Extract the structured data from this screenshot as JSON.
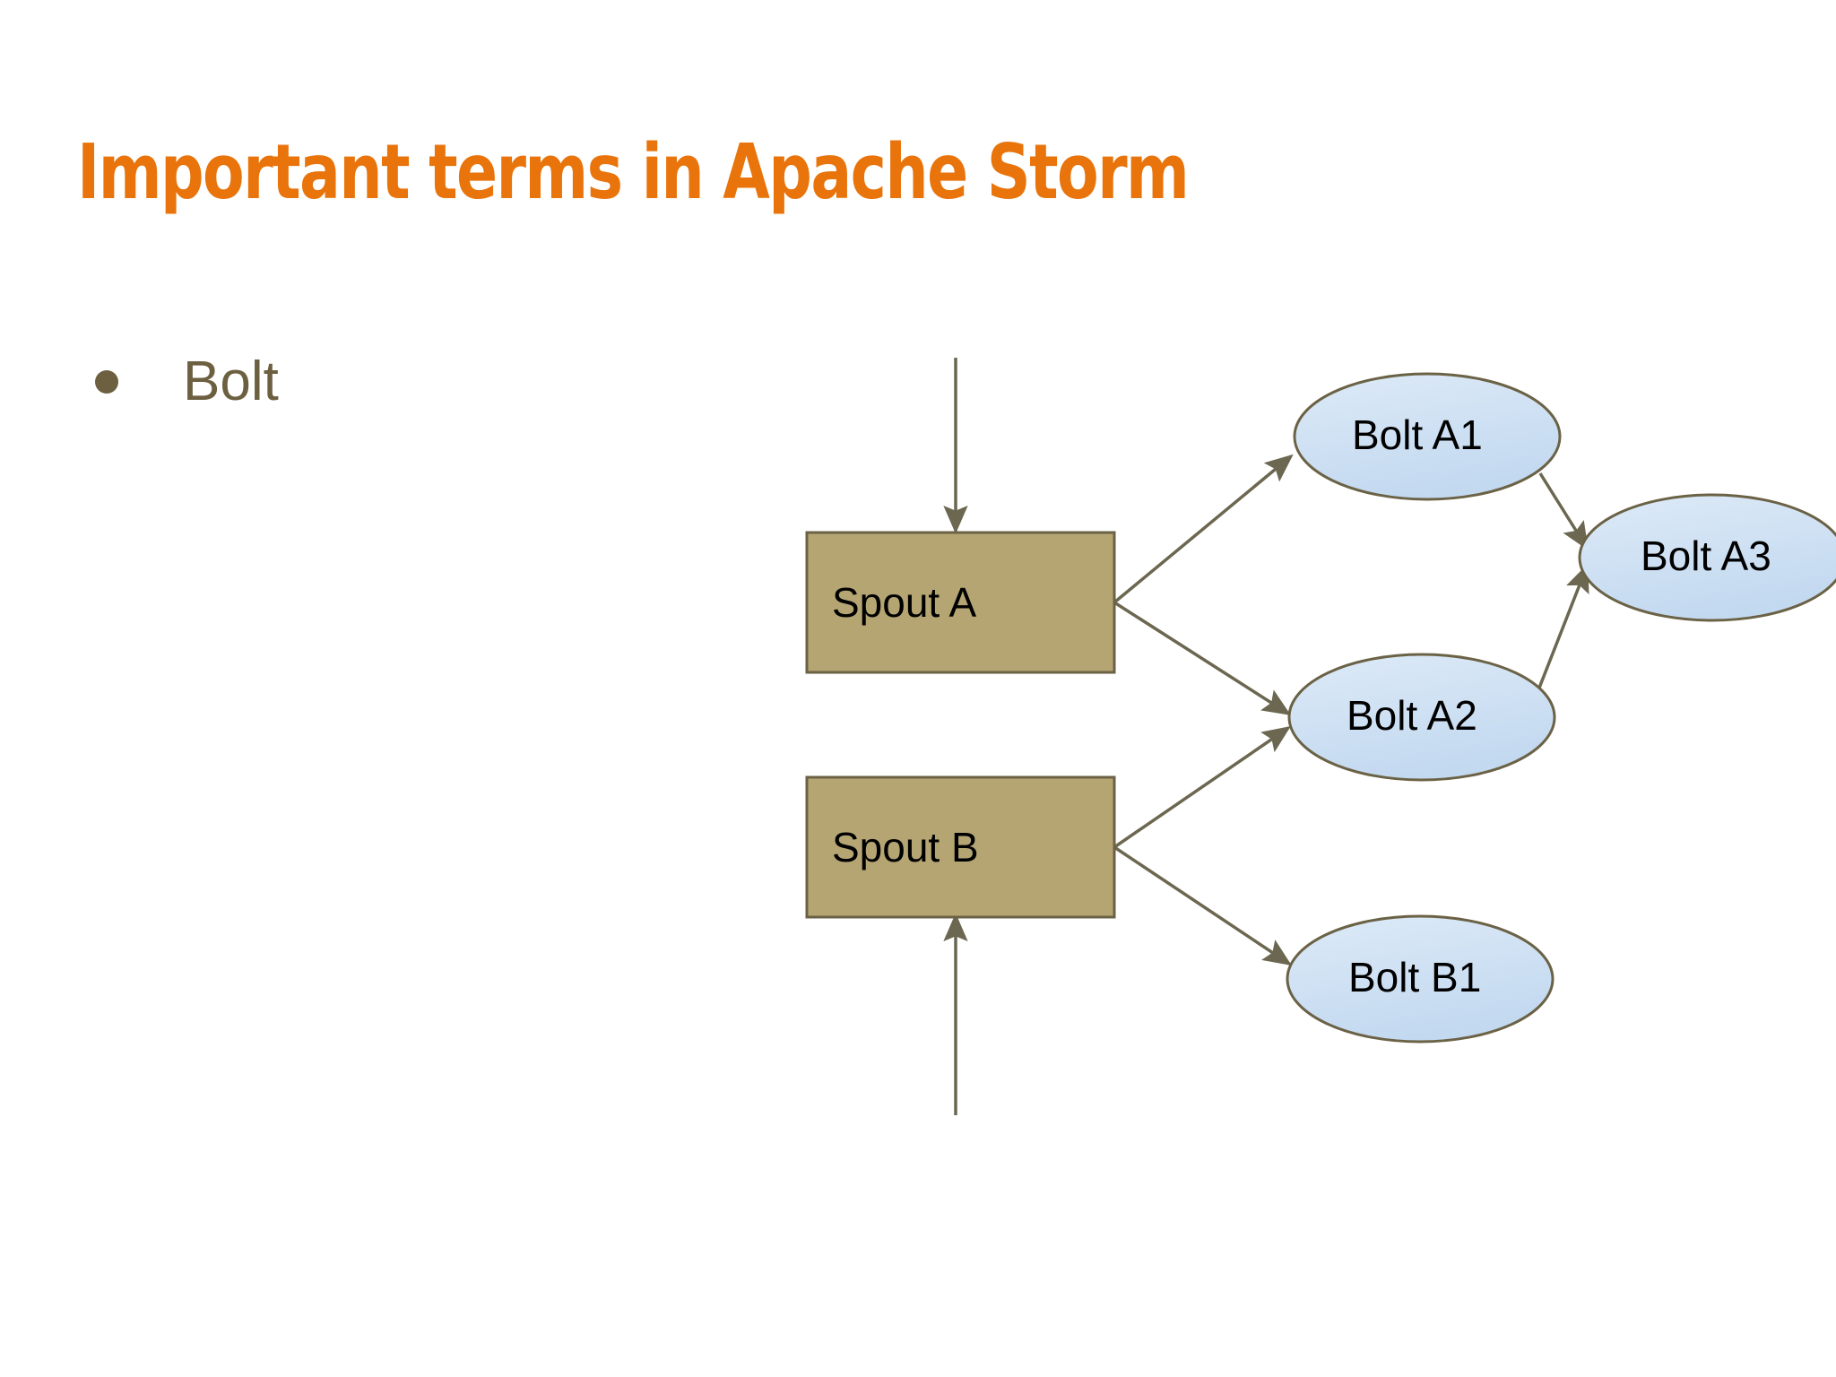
{
  "slide": {
    "title": "Important terms in Apache Storm",
    "title_color": "#E8740B",
    "background_color": "#FFFFFF"
  },
  "bullets": [
    {
      "label": "Bolt",
      "color": "#6C6041",
      "marker": "bullet-dot"
    }
  ],
  "diagram": {
    "name": "storm-topology-diagram",
    "spout_fill": "#B5A573",
    "spout_stroke": "#6B6246",
    "bolt_fill": "#C9DDF1",
    "bolt_stroke": "#6B6246",
    "edge_color": "#6B6750",
    "label_color": "#000000",
    "spouts": [
      {
        "id": "spout-a",
        "label": "Spout A"
      },
      {
        "id": "spout-b",
        "label": "Spout B"
      }
    ],
    "bolts": [
      {
        "id": "bolt-a1",
        "label": "Bolt A1"
      },
      {
        "id": "bolt-a2",
        "label": "Bolt A2"
      },
      {
        "id": "bolt-a3",
        "label": "Bolt A3"
      },
      {
        "id": "bolt-b1",
        "label": "Bolt B1"
      }
    ],
    "edges": [
      {
        "id": "input-to-spout-a",
        "from": "external-input",
        "to": "spout-a"
      },
      {
        "id": "spout-a-to-bolt-a1",
        "from": "spout-a",
        "to": "bolt-a1"
      },
      {
        "id": "spout-a-to-bolt-a2",
        "from": "spout-a",
        "to": "bolt-a2"
      },
      {
        "id": "input-to-spout-b",
        "from": "external-input",
        "to": "spout-b"
      },
      {
        "id": "spout-b-to-bolt-a2",
        "from": "spout-b",
        "to": "bolt-a2"
      },
      {
        "id": "spout-b-to-bolt-b1",
        "from": "spout-b",
        "to": "bolt-b1"
      },
      {
        "id": "bolt-a1-to-bolt-a3",
        "from": "bolt-a1",
        "to": "bolt-a3"
      },
      {
        "id": "bolt-a2-to-bolt-a3",
        "from": "bolt-a2",
        "to": "bolt-a3"
      }
    ]
  }
}
